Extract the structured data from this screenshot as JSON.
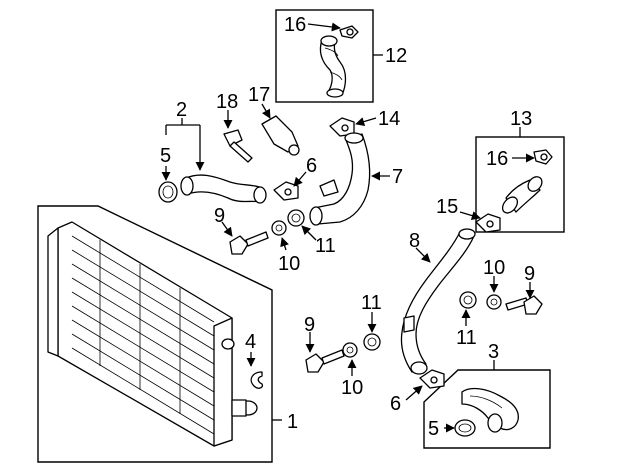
{
  "diagram": {
    "callouts": {
      "c1": "1",
      "c2": "2",
      "c3": "3",
      "c4": "4",
      "c5a": "5",
      "c5b": "5",
      "c6a": "6",
      "c6b": "6",
      "c7": "7",
      "c8": "8",
      "c9a": "9",
      "c9b": "9",
      "c9c": "9",
      "c10a": "10",
      "c10b": "10",
      "c10c": "10",
      "c11a": "11",
      "c11b": "11",
      "c11c": "11",
      "c12": "12",
      "c13": "13",
      "c14": "14",
      "c15": "15",
      "c16a": "16",
      "c16b": "16",
      "c17": "17",
      "c18": "18"
    }
  }
}
